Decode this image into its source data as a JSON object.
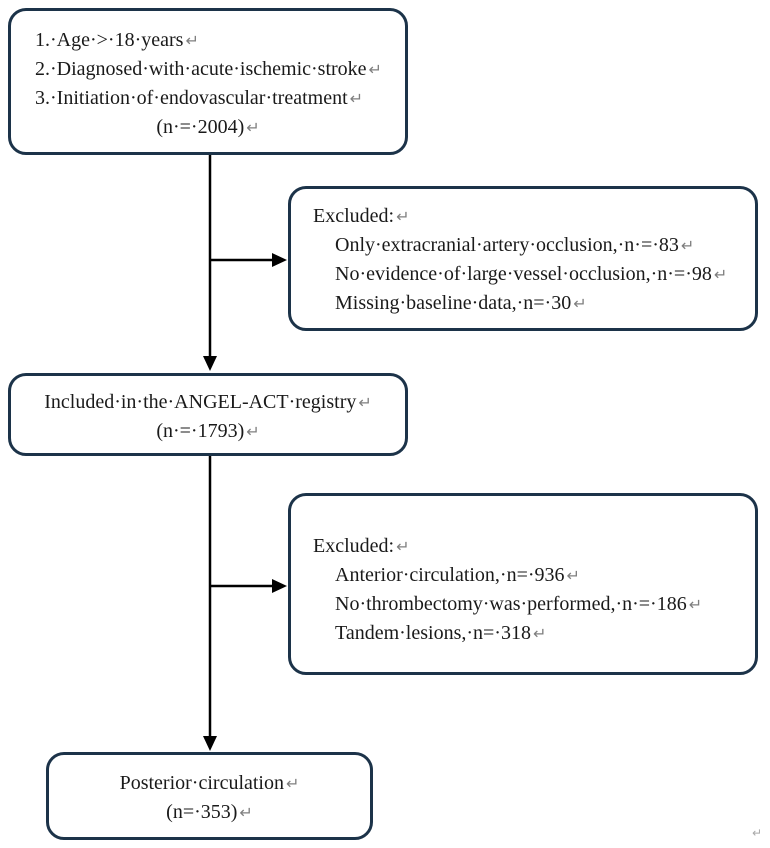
{
  "diagram": {
    "return_mark": "↵",
    "trailing_mark": "↵",
    "colors": {
      "box_border": "#1c3349",
      "arrow": "#000000",
      "text": "#1a1a1a",
      "return_mark_color": "#7f7f7f",
      "background": "#ffffff"
    },
    "boxes": {
      "criteria": {
        "lines": [
          "1.·Age·>·18·years",
          "2.·Diagnosed·with·acute·ischemic·stroke",
          "3.·Initiation·of·endovascular·treatment"
        ],
        "n_line": "(n·=·2004)",
        "n_value": 2004
      },
      "excluded1": {
        "title": "Excluded:",
        "items": [
          "Only·extracranial·artery·occlusion,·n·=·83",
          "No·evidence·of·large·vessel·occlusion,·n·=·98",
          "Missing·baseline·data,·n=·30"
        ],
        "n_values": [
          83,
          98,
          30
        ]
      },
      "included": {
        "line1": "Included·in·the·ANGEL-ACT·registry",
        "n_line": "(n·=·1793)",
        "n_value": 1793
      },
      "excluded2": {
        "title": "Excluded:",
        "items": [
          "Anterior·circulation,·n=·936",
          "No·thrombectomy·was·performed,·n·=·186",
          "Tandem·lesions,·n=·318"
        ],
        "n_values": [
          936,
          186,
          318
        ]
      },
      "posterior": {
        "line1": "Posterior·circulation",
        "n_line": "(n=·353)",
        "n_value": 353
      }
    }
  }
}
